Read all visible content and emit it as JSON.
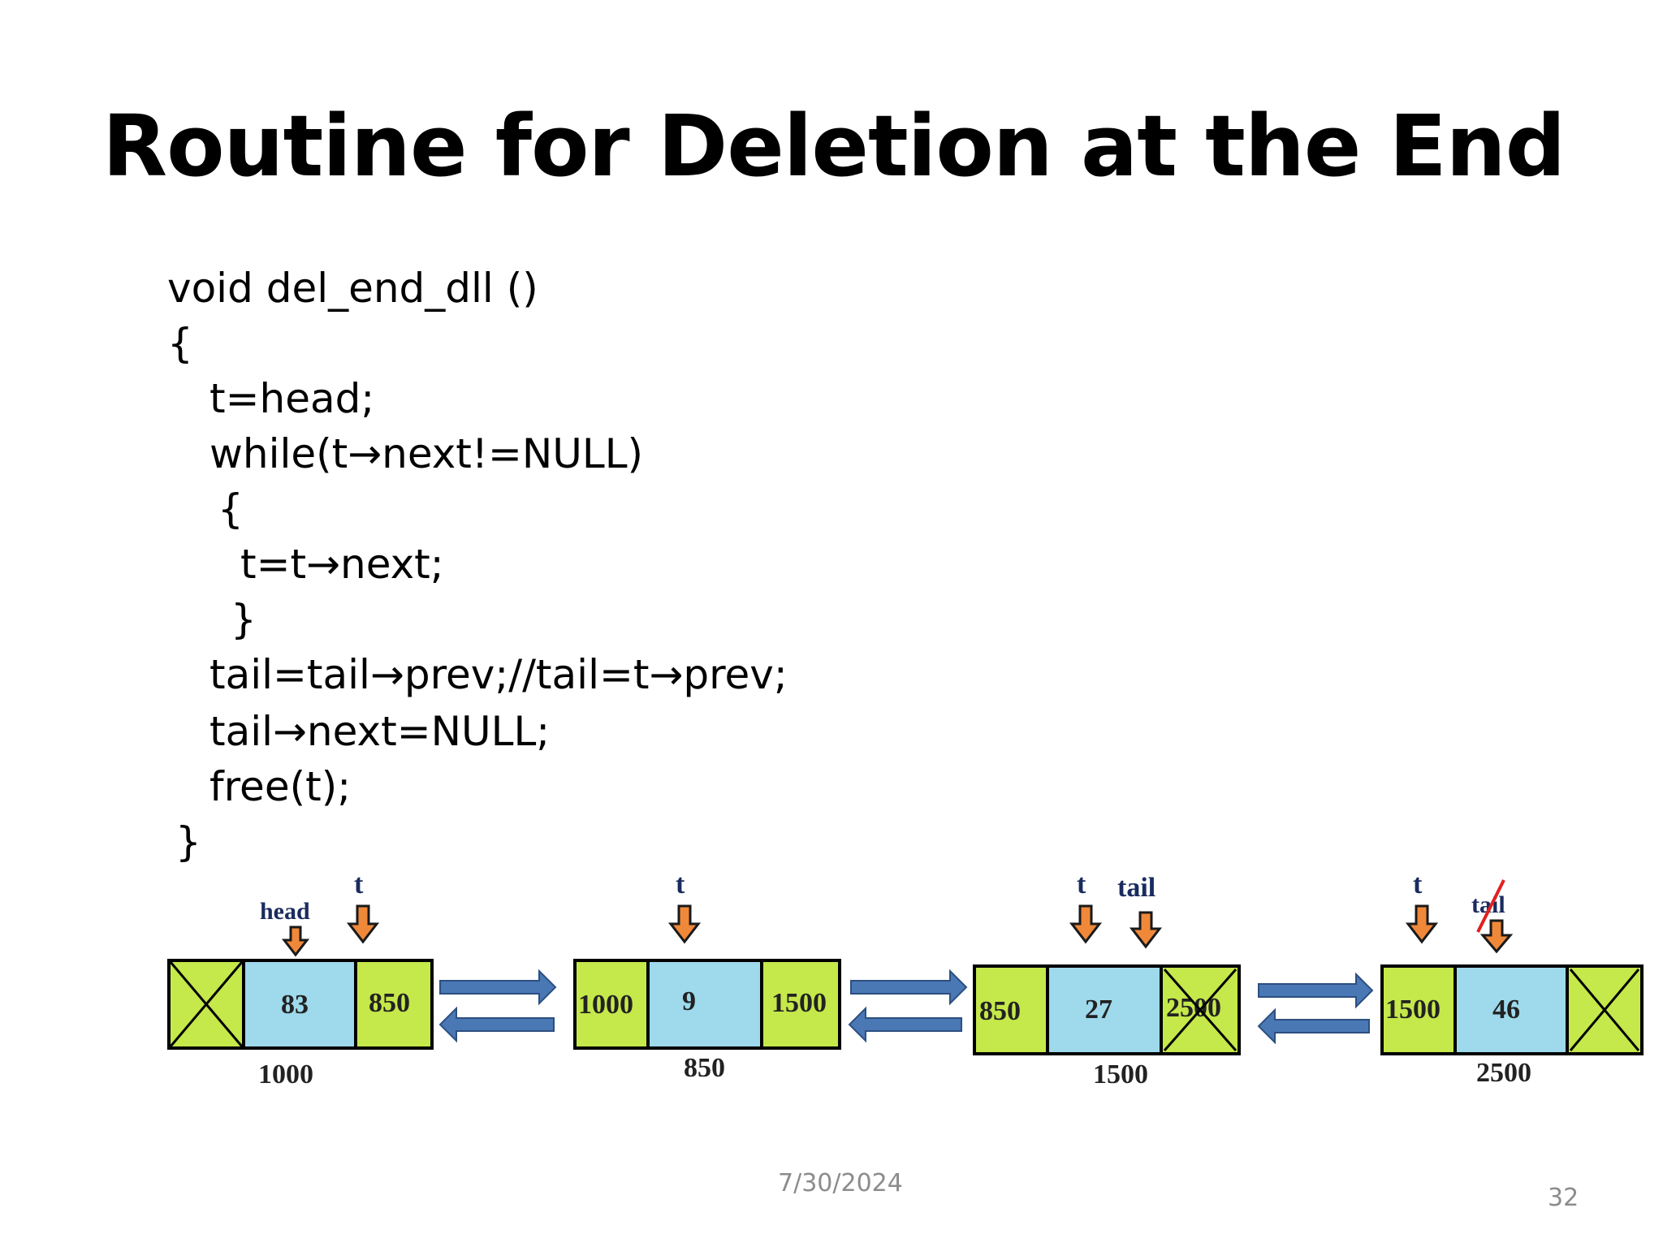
{
  "slide": {
    "title": "Routine for Deletion at the End",
    "date": "7/30/2024",
    "page_number": "32"
  },
  "code": {
    "lines": [
      "void del_end_dll ()",
      "{",
      "t=head;",
      "while(t→next!=NULL)",
      "{",
      "t=t→next;",
      "}",
      "tail=tail→prev;//tail=t→prev;",
      "tail→next=NULL;",
      "free(t);",
      "}"
    ]
  },
  "diagram": {
    "nodes": [
      {
        "prev": "",
        "data": "83",
        "next": "850",
        "address": "1000",
        "prev_null": true,
        "next_null": false
      },
      {
        "prev": "1000",
        "data": "9",
        "next": "1500",
        "address": "850",
        "prev_null": false,
        "next_null": false
      },
      {
        "prev": "850",
        "data": "27",
        "next": "2500",
        "address": "1500",
        "prev_null": false,
        "next_null": false,
        "next_crossed": true
      },
      {
        "prev": "1500",
        "data": "46",
        "next": "",
        "address": "2500",
        "prev_null": false,
        "next_null": true
      }
    ],
    "pointers": {
      "head": "head",
      "t": "t",
      "tail": "tail",
      "tail_old": "tail"
    },
    "colors": {
      "pointer_field": "#c5e84a",
      "data_field": "#9ed9ec",
      "link_arrow": "#4a78b5",
      "pointer_arrow": "#f0883a",
      "strike": "#e02020"
    }
  }
}
